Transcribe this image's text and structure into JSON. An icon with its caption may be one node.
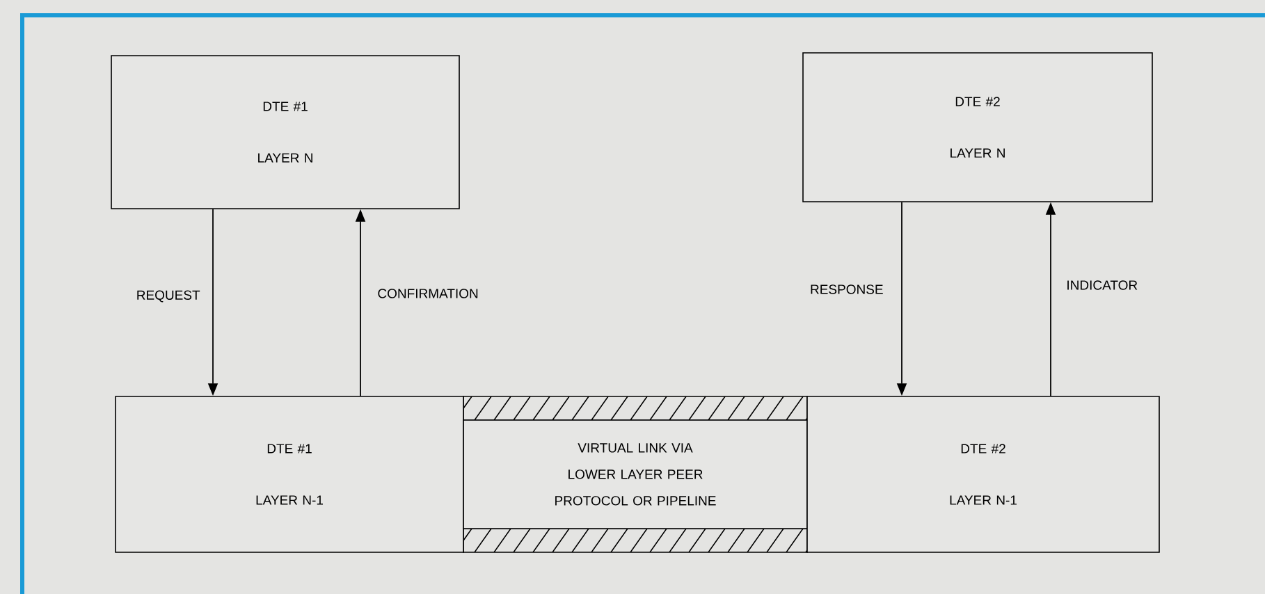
{
  "diagram": {
    "nodes": [
      {
        "text": [
          "DTE #1",
          "LAYER N"
        ]
      },
      {
        "text": [
          "DTE #2",
          "LAYER N"
        ]
      },
      {
        "text": [
          "DTE #1",
          "LAYER N-1"
        ]
      },
      {
        "text": [
          "VIRTUAL LINK VIA LOWER LAYER PEER PROTOCOL OR PIPELINE"
        ]
      },
      {
        "text": [
          "DTE #2",
          "LAYER N-1"
        ]
      }
    ],
    "edges": [
      {
        "from": 0,
        "to": 2,
        "arrow": "to",
        "label": "REQUEST"
      },
      {
        "from": 2,
        "to": 0,
        "arrow": "to",
        "label": "CONFIRMATION"
      },
      {
        "from": 1,
        "to": 4,
        "arrow": "to",
        "label": "RESPONSE"
      },
      {
        "from": 4,
        "to": 1,
        "arrow": "to",
        "label": "INDICATOR"
      }
    ]
  }
}
